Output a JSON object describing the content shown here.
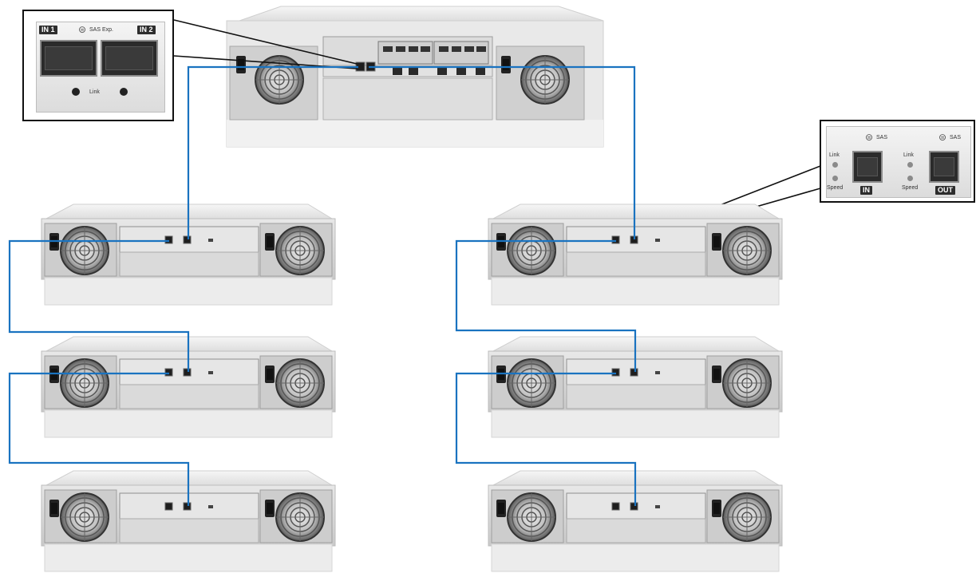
{
  "colors": {
    "cable": "#1a73c0",
    "chassis_top": "#ececec",
    "chassis_face": "#d5d5d5",
    "bezel": "#e4e4e4",
    "fan": "#444444",
    "port": "#2b2b2b",
    "callout_border": "#111111"
  },
  "head_callout": {
    "in1": "IN 1",
    "sas_label": "SAS Exp.",
    "in2": "IN 2",
    "link": "Link"
  },
  "jbod_callout": {
    "link": "Link",
    "speed": "Speed",
    "in": "IN",
    "out": "OUT",
    "sas": "SAS"
  },
  "icons": [
    "sas-icon",
    "fan-icon",
    "power-socket-icon",
    "port-icon"
  ]
}
